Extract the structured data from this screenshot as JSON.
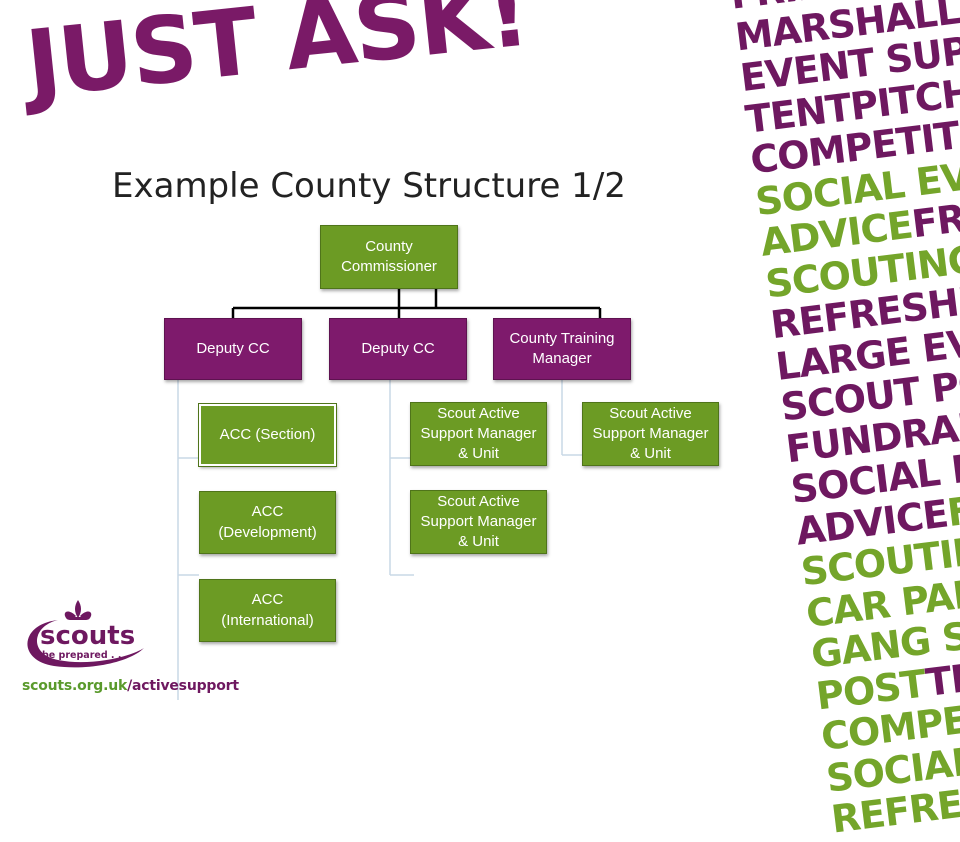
{
  "headline": "JUST ASK!",
  "subtitle": "Example County Structure 1/2",
  "org_chart": {
    "root": [
      "County",
      "Commissioner"
    ],
    "level2": [
      {
        "lines": [
          "Deputy CC"
        ],
        "color": "purple"
      },
      {
        "lines": [
          "Deputy CC"
        ],
        "color": "purple"
      },
      {
        "lines": [
          "County Training",
          "Manager"
        ],
        "color": "purple"
      }
    ],
    "children_col1": [
      {
        "lines": [
          "ACC (Section)"
        ]
      },
      {
        "lines": [
          "ACC",
          "(Development)"
        ]
      },
      {
        "lines": [
          "ACC",
          "(International)"
        ]
      }
    ],
    "children_col2": [
      {
        "lines": [
          "Scout Active",
          "Support Manager",
          "& Unit"
        ]
      },
      {
        "lines": [
          "Scout Active",
          "Support Manager",
          "& Unit"
        ]
      }
    ],
    "children_col3": [
      {
        "lines": [
          "Scout Active",
          "Support Manager",
          "& Unit"
        ]
      }
    ]
  },
  "word_wall": [
    {
      "segments": [
        {
          "t": "FRIENDS",
          "c": "purple"
        }
      ]
    },
    {
      "segments": [
        {
          "t": "MARSHALLING",
          "c": "purple"
        }
      ]
    },
    {
      "segments": [
        {
          "t": "EVENT SUPPORT",
          "c": "purple"
        }
      ]
    },
    {
      "segments": [
        {
          "t": "TENTPITCHING",
          "c": "purple"
        }
      ]
    },
    {
      "segments": [
        {
          "t": "COMPETITIONS",
          "c": "purple"
        }
      ]
    },
    {
      "segments": [
        {
          "t": "SOCIAL EVENTS",
          "c": "green"
        }
      ]
    },
    {
      "segments": [
        {
          "t": "ADVICE",
          "c": "green"
        },
        {
          "t": "FRIENDS",
          "c": "purple"
        }
      ]
    },
    {
      "segments": [
        {
          "t": "SCOUTING",
          "c": "green"
        }
      ]
    },
    {
      "segments": [
        {
          "t": "REFRESHMENTS",
          "c": "purple"
        }
      ]
    },
    {
      "segments": [
        {
          "t": "LARGE EVENTS",
          "c": "purple"
        }
      ]
    },
    {
      "segments": [
        {
          "t": "SCOUT POST",
          "c": "purple"
        }
      ]
    },
    {
      "segments": [
        {
          "t": "FUNDRAISING",
          "c": "purple"
        }
      ]
    },
    {
      "segments": [
        {
          "t": "SOCIAL EVENTS",
          "c": "purple"
        }
      ]
    },
    {
      "segments": [
        {
          "t": "ADVICE",
          "c": "purple"
        },
        {
          "t": "FRIENDS",
          "c": "green"
        }
      ]
    },
    {
      "segments": [
        {
          "t": "SCOUTING",
          "c": "green"
        }
      ]
    },
    {
      "segments": [
        {
          "t": "CAR PARKING",
          "c": "green"
        }
      ]
    },
    {
      "segments": [
        {
          "t": "GANG SHOW",
          "c": "green"
        }
      ]
    },
    {
      "segments": [
        {
          "t": "POST",
          "c": "green"
        },
        {
          "t": "TENTS",
          "c": "purple"
        }
      ]
    },
    {
      "segments": [
        {
          "t": "COMPETITIONS",
          "c": "green"
        }
      ]
    },
    {
      "segments": [
        {
          "t": "SOCIAL EVENTS",
          "c": "green"
        }
      ]
    },
    {
      "segments": [
        {
          "t": "REFRESHMENTS",
          "c": "green"
        }
      ]
    }
  ],
  "logo": {
    "brand": "scouts",
    "tagline": "be prepared . . ."
  },
  "url": {
    "prefix": "scouts.org.uk",
    "suffix": "/activesupport"
  },
  "colors": {
    "purple": "#7e1a6c",
    "green": "#6c9b24",
    "headline": "#7a1a67",
    "wall_purple": "#6e1860",
    "wall_green": "#74a52a",
    "url_green": "#5a9a2c"
  }
}
